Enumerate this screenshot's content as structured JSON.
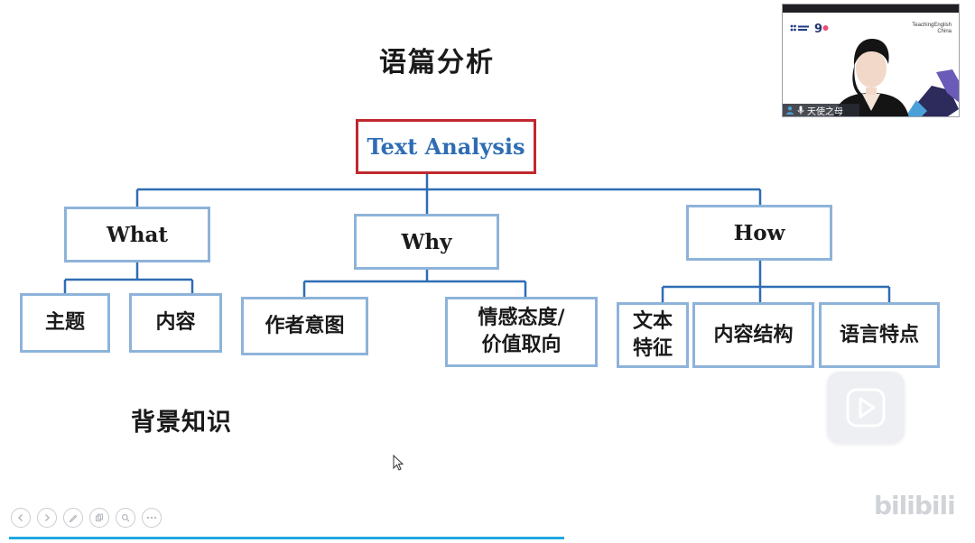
{
  "slide": {
    "title": "语篇分析",
    "root": "Text Analysis",
    "level1": [
      "What",
      "Why",
      "How"
    ],
    "what_children": [
      "主题",
      "内容"
    ],
    "why_children": [
      "作者意图",
      "情感态度/\n价值取向"
    ],
    "how_children": [
      "文本\n特征",
      "内容结构",
      "语言特点"
    ],
    "background": "背景知识"
  },
  "colors": {
    "connector": "#2e6db4",
    "box_border": "#8db3d9",
    "root_border": "#c0282e",
    "root_text": "#2e6db4"
  },
  "camera": {
    "logo_right": "TeachingEnglish\nChina",
    "speaker_name": "天使之母"
  },
  "player": {
    "toolbar_icons": [
      "prev-icon",
      "next-icon",
      "pen-icon",
      "copy-icon",
      "zoom-icon",
      "more-icon"
    ],
    "progress": 0.58,
    "watermark": "bilibili"
  }
}
